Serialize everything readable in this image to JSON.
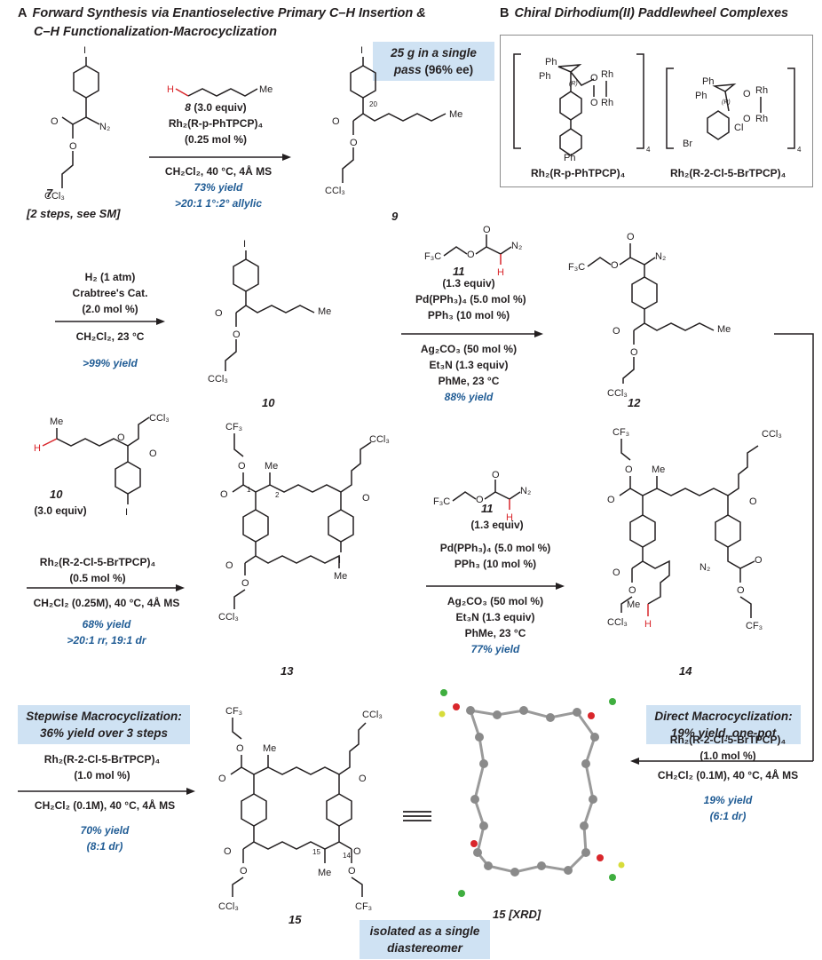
{
  "panel_a": {
    "letter": "A",
    "title_line1": "Forward Synthesis via Enantioselective Primary C–H Insertion &",
    "title_line2": "C–H Functionalization-Macrocyclization"
  },
  "panel_b": {
    "letter": "B",
    "title": "Chiral Dirhodium(II) Paddlewheel Complexes",
    "cat1_name": "Rh₂(R-p-PhTPCP)₄",
    "cat2_name": "Rh₂(R-2-Cl-5-BrTPCP)₄"
  },
  "compounds": {
    "c7": "7",
    "c8": "8",
    "c9": "9",
    "c10": "10",
    "c11": "11",
    "c12": "12",
    "c13": "13",
    "c14": "14",
    "c15": "15"
  },
  "step1": {
    "reagent": "(3.0 equiv)",
    "catalyst": "Rh₂(R-p-PhTPCP)₄",
    "loading": "(0.25 mol %)",
    "conditions": "CH₂Cl₂, 40 °C, 4Å MS",
    "yield": "73% yield",
    "selectivity": ">20:1 1°:2° allylic"
  },
  "sm_note": "[2 steps, see SM]",
  "callout_scale": {
    "line1": "25 g in a single",
    "line2": "pass",
    "line2b": "(96% ee)"
  },
  "step2": {
    "r1": "H₂ (1 atm)",
    "r2": "Crabtree's Cat.",
    "r3": "(2.0 mol %)",
    "r4": "CH₂Cl₂, 23 °C",
    "yield": ">99% yield"
  },
  "step3": {
    "equiv": "(1.3 equiv)",
    "r1": "Pd(PPh₃)₄ (5.0 mol %)",
    "r2": "PPh₃ (10 mol %)",
    "r3": "Ag₂CO₃ (50 mol %)",
    "r4": "Et₃N (1.3 equiv)",
    "r5": "PhMe, 23 °C",
    "yield": "88% yield"
  },
  "step4": {
    "equiv": "(3.0 equiv)",
    "cat": "Rh₂(R-2-Cl-5-BrTPCP)₄",
    "loading": "(0.5 mol %)",
    "conditions": "CH₂Cl₂ (0.25M), 40 °C, 4Å MS",
    "yield": "68% yield",
    "sel": ">20:1 rr, 19:1 dr"
  },
  "step5": {
    "equiv": "(1.3 equiv)",
    "r1": "Pd(PPh₃)₄ (5.0 mol %)",
    "r2": "PPh₃ (10 mol %)",
    "r3": "Ag₂CO₃ (50 mol %)",
    "r4": "Et₃N (1.3 equiv)",
    "r5": "PhMe, 23 °C",
    "yield": "77% yield"
  },
  "stepwise": {
    "title": "Stepwise Macrocyclization:",
    "sub": "36% yield over 3 steps",
    "cat": "Rh₂(R-2-Cl-5-BrTPCP)₄",
    "loading": "(1.0 mol %)",
    "conditions": "CH₂Cl₂ (0.1M), 40 °C, 4Å MS",
    "yield": "70% yield",
    "dr": "(8:1 dr)"
  },
  "direct": {
    "title": "Direct Macrocyclization:",
    "sub": "19% yield, one-pot",
    "cat": "Rh₂(R-2-Cl-5-BrTPCP)₄",
    "loading": "(1.0 mol %)",
    "conditions": "CH₂Cl₂ (0.1M), 40 °C, 4Å MS",
    "yield": "19% yield",
    "dr": "(6:1 dr)"
  },
  "xrd_label": "[XRD]",
  "isolated": {
    "line1": "isolated as a single",
    "line2": "diastereomer"
  },
  "colors": {
    "accent_blue": "#1f5b94",
    "callout_bg": "#cfe2f3",
    "highlight_red": "#d9262b"
  }
}
